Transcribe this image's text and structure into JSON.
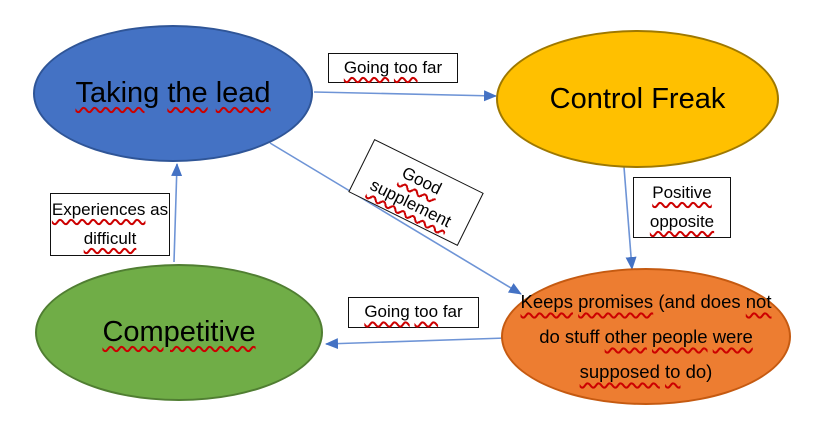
{
  "nodes": [
    {
      "id": "taking-the-lead",
      "shape": "ellipse",
      "text": "Taking the lead",
      "misspelled": [
        "Taking",
        "the",
        "lead"
      ],
      "fill": "#4472C4",
      "border": "#2F5597",
      "text_color": "#000000"
    },
    {
      "id": "control-freak",
      "shape": "ellipse",
      "text": "Control Freak",
      "misspelled": [],
      "fill": "#FFC000",
      "border": "#9E7800",
      "text_color": "#000000"
    },
    {
      "id": "competitive",
      "shape": "ellipse",
      "text": "Competitive",
      "misspelled": [
        "Competitive"
      ],
      "fill": "#70AD47",
      "border": "#507E32",
      "text_color": "#000000"
    },
    {
      "id": "keeps-promises",
      "shape": "ellipse",
      "text": "Keeps promises (and does not do stuff other people were supposed to do)",
      "misspelled": [
        "Keeps",
        "promises",
        "not",
        "other",
        "people",
        "were",
        "supposed",
        "to"
      ],
      "fill": "#ED7D31",
      "border": "#C55A11",
      "text_color": "#000000"
    }
  ],
  "labels": [
    {
      "id": "going-too-far-top",
      "text": "Going too far",
      "misspelled": [
        "Going",
        "too"
      ]
    },
    {
      "id": "good-supplement",
      "text": "Good supplement",
      "misspelled": [
        "Good",
        "supplement"
      ],
      "rotation_deg": 26
    },
    {
      "id": "positive-opposite",
      "text": "Positive opposite",
      "misspelled": [
        "Positive",
        "opposite"
      ]
    },
    {
      "id": "experiences-as-difficult",
      "text": "Experiences as difficult",
      "misspelled": [
        "Experiences",
        "difficult"
      ]
    },
    {
      "id": "going-too-far-bottom",
      "text": "Going too far",
      "misspelled": [
        "Going",
        "too"
      ]
    }
  ],
  "arrows": [
    {
      "id": "arrow-lead-to-control-freak",
      "from": "taking-the-lead",
      "to": "control-freak",
      "label": "Going too far"
    },
    {
      "id": "arrow-lead-to-keeps-promises",
      "from": "taking-the-lead",
      "to": "keeps-promises",
      "label": "Good supplement"
    },
    {
      "id": "arrow-control-freak-to-keeps-promises",
      "from": "control-freak",
      "to": "keeps-promises",
      "label": "Positive opposite"
    },
    {
      "id": "arrow-keeps-promises-to-competitive",
      "from": "keeps-promises",
      "to": "competitive",
      "label": "Going too far"
    },
    {
      "id": "arrow-competitive-to-lead",
      "from": "competitive",
      "to": "taking-the-lead",
      "label": "Experiences as difficult"
    }
  ],
  "colors": {
    "arrow_line": "#6E94D6",
    "arrow_head": "#4472C4",
    "squiggle": "#CC0000",
    "label_background": "#FFFFFF",
    "label_border": "#111111",
    "background": "#FFFFFF"
  }
}
